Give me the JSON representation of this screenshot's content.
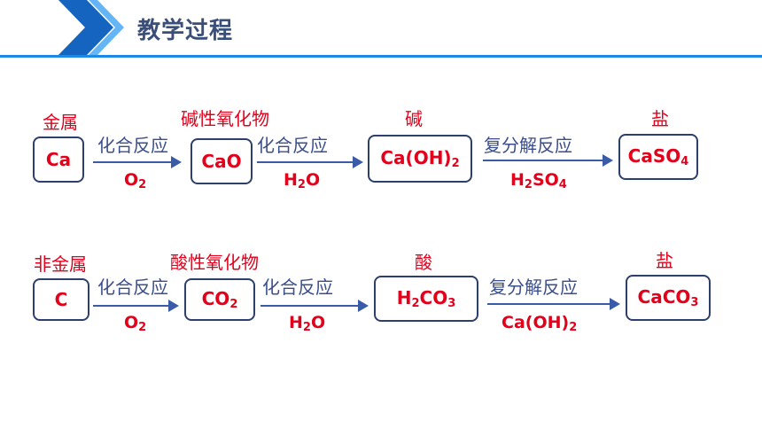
{
  "header": {
    "title": "教学过程"
  },
  "row1": {
    "category_metal": "金属",
    "category_basic_oxide": "碱性氧化物",
    "category_base": "碱",
    "category_salt": "盐",
    "ca": "Ca",
    "cao": "CaO",
    "caoh2_main": "Ca(OH)",
    "caoh2_sub": "2",
    "caso4_main": "CaSO",
    "caso4_sub": "4",
    "reaction1": "化合反应",
    "reaction2": "化合反应",
    "reaction3": "复分解反应",
    "cond1_main": "O",
    "cond1_sub": "2",
    "cond2_h": "H",
    "cond2_sub": "2",
    "cond2_o": "O",
    "cond3_h": "H",
    "cond3_sub1": "2",
    "cond3_so": "SO",
    "cond3_sub2": "4"
  },
  "row2": {
    "category_nonmetal": "非金属",
    "category_acidic_oxide": "酸性氧化物",
    "category_acid": "酸",
    "category_salt": "盐",
    "c": "C",
    "co2_main": "CO",
    "co2_sub": "2",
    "h2co3_h": "H",
    "h2co3_sub1": "2",
    "h2co3_co": "CO",
    "h2co3_sub2": "3",
    "caco3_main": "CaCO",
    "caco3_sub": "3",
    "reaction1": "化合反应",
    "reaction2": "化合反应",
    "reaction3": "复分解反应",
    "cond1_main": "O",
    "cond1_sub": "2",
    "cond2_h": "H",
    "cond2_sub": "2",
    "cond2_o": "O",
    "cond3_main": "Ca(OH)",
    "cond3_sub": "2"
  },
  "colors": {
    "accent_blue": "#1e88e5",
    "dark_chevron": "#1565c0",
    "formula_red": "#e3001b",
    "text_blue": "#3a4e8c"
  },
  "icons": {
    "header_chevron": "chevron-right-icon"
  }
}
